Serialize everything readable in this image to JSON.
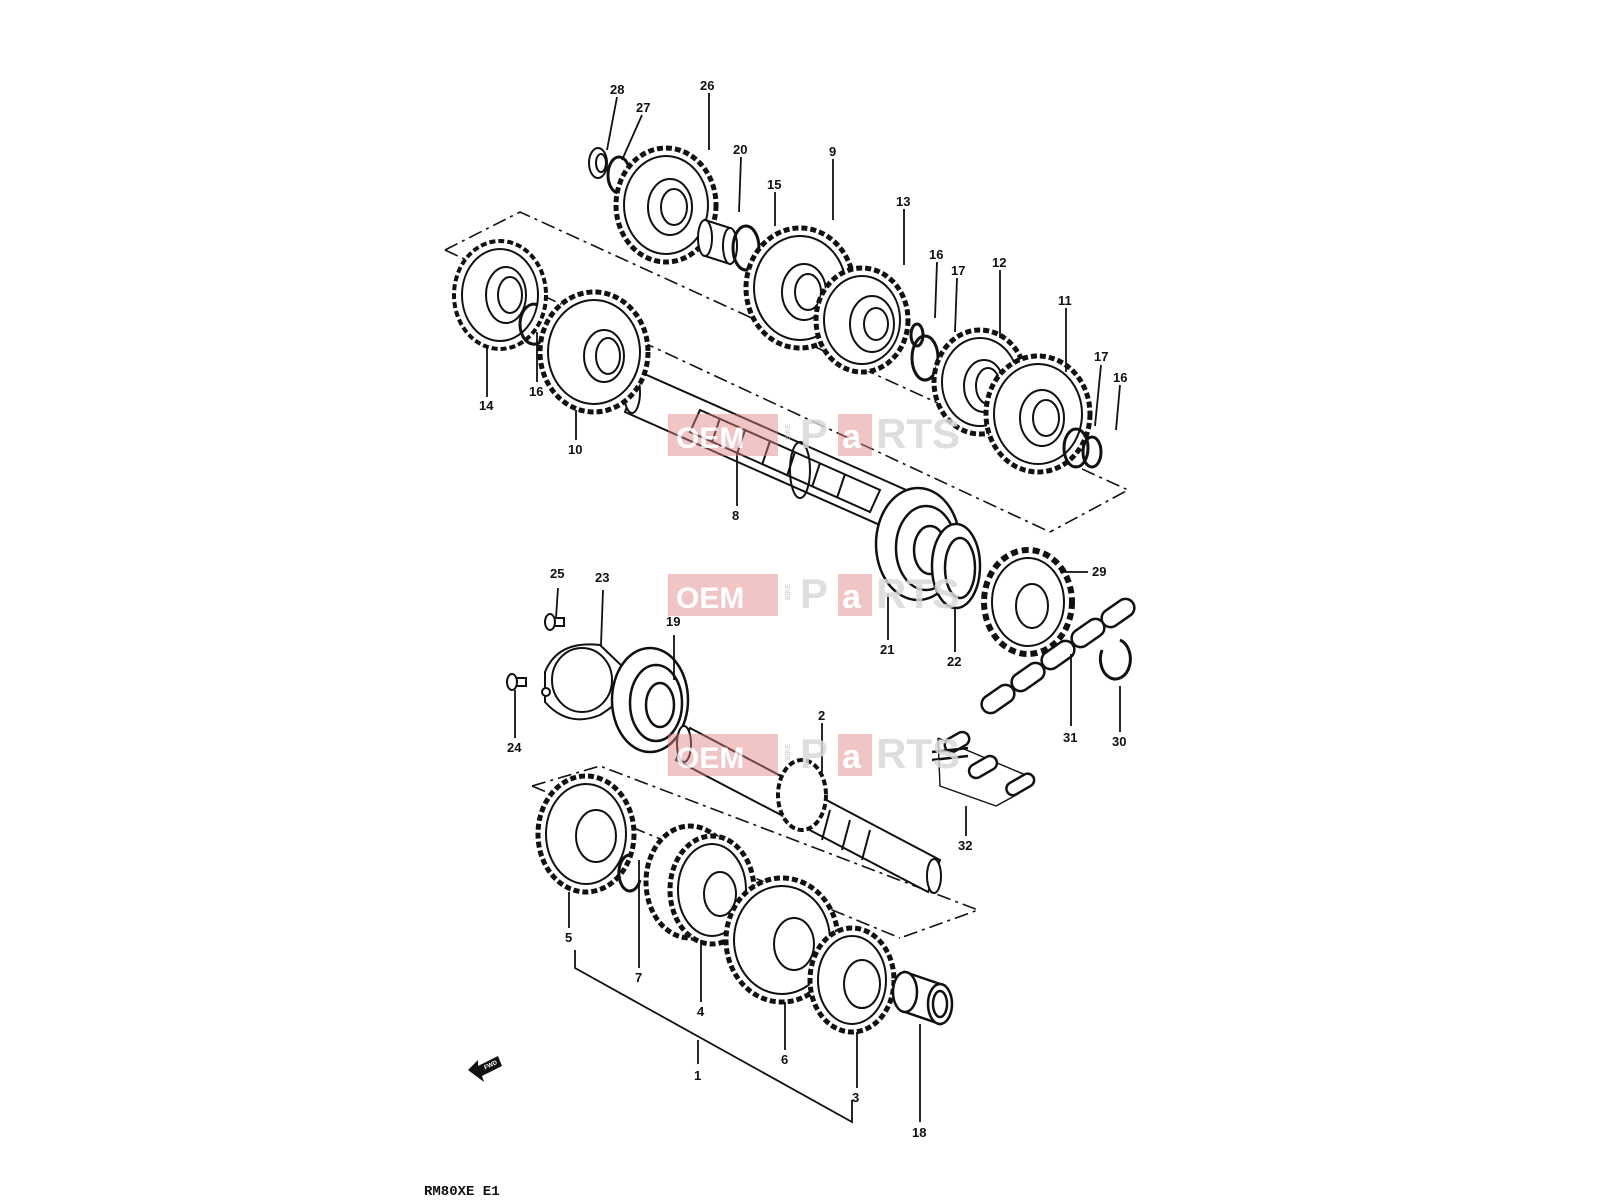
{
  "diagram": {
    "code": "RM80XE E1",
    "front_marker": "FWD",
    "watermark": {
      "a": "OEM",
      "b": "BIKE",
      "c": "P",
      "d": "a",
      "e": "RTS"
    },
    "labels": {
      "l1": "1",
      "l2": "2",
      "l3": "3",
      "l4": "4",
      "l5": "5",
      "l6": "6",
      "l7": "7",
      "l8": "8",
      "l9": "9",
      "l10": "10",
      "l11": "11",
      "l12": "12",
      "l13": "13",
      "l14": "14",
      "l15": "15",
      "l16a": "16",
      "l16b": "16",
      "l16c": "16",
      "l17a": "17",
      "l17b": "17",
      "l18": "18",
      "l19": "19",
      "l20": "20",
      "l21": "21",
      "l22": "22",
      "l23": "23",
      "l24": "24",
      "l25": "25",
      "l26": "26",
      "l27": "27",
      "l28": "28",
      "l29": "29",
      "l30": "30",
      "l31": "31",
      "l32": "32"
    }
  }
}
